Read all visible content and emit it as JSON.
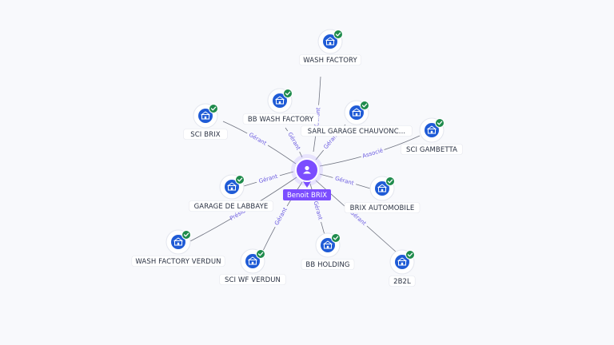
{
  "center": {
    "name": "Benoit BRIX",
    "icon": "person-icon",
    "color": "#7b4dff"
  },
  "colors": {
    "edge": "#6f7380",
    "edge_label": "#6a5ae0",
    "company_fill": "#1f5bd6",
    "check_fill": "#1f8b4c",
    "label_bg": "#ffffff",
    "label_text": "#2a3243"
  },
  "companies": [
    {
      "id": "wash-factory",
      "name": "WASH FACTORY",
      "role": "Gérant",
      "icon": "building-icon"
    },
    {
      "id": "bb-wash-factory",
      "name": "BB WASH FACTORY",
      "role": "Gérant",
      "icon": "building-icon"
    },
    {
      "id": "sci-brix",
      "name": "SCI BRIX",
      "role": "Gérant",
      "icon": "building-icon"
    },
    {
      "id": "sarl-garage-chauvonc",
      "name": "SARL GARAGE CHAUVONC...",
      "role": "Gérant",
      "icon": "building-icon"
    },
    {
      "id": "sci-gambetta",
      "name": "SCI GAMBETTA",
      "role": "Associé",
      "icon": "building-icon"
    },
    {
      "id": "garage-de-labbaye",
      "name": "GARAGE DE LABBAYE",
      "role": "Gérant",
      "icon": "building-icon"
    },
    {
      "id": "brix-automobile",
      "name": "BRIX AUTOMOBILE",
      "role": "Gérant",
      "icon": "building-icon"
    },
    {
      "id": "wash-factory-verdun",
      "name": "WASH FACTORY VERDUN",
      "role": "Président",
      "icon": "building-icon"
    },
    {
      "id": "sci-wf-verdun",
      "name": "SCI WF VERDUN",
      "role": "Gérant",
      "icon": "building-icon"
    },
    {
      "id": "bb-holding",
      "name": "BB HOLDING",
      "role": "Gérant",
      "icon": "building-icon"
    },
    {
      "id": "2b2l",
      "name": "2B2L",
      "role": "Gérant",
      "icon": "building-icon"
    }
  ]
}
